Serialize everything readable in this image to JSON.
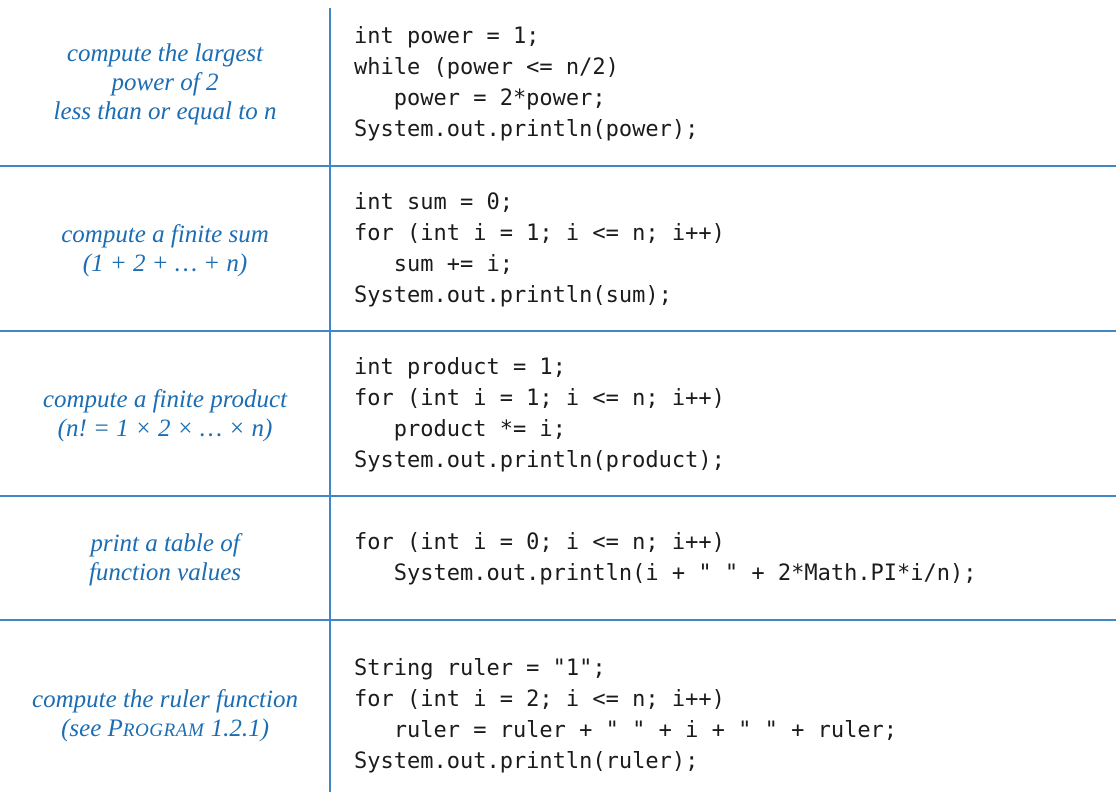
{
  "table": {
    "divider_color": "#3f87c5",
    "label_color": "#1c6db2",
    "code_color": "#1b1b1b",
    "rows": [
      {
        "name": "largest-power-of-2",
        "label_lines": [
          [
            {
              "t": "compute the largest"
            }
          ],
          [
            {
              "t": "power of 2"
            }
          ],
          [
            {
              "t": "less than or equal to n"
            }
          ]
        ],
        "code_lines": [
          "int power = 1;",
          "while (power <= n/2)",
          "   power = 2*power;",
          "System.out.println(power);"
        ]
      },
      {
        "name": "finite-sum",
        "label_lines": [
          [
            {
              "t": "compute a finite sum"
            }
          ],
          [
            {
              "t": "(1 + 2 + … + n)"
            }
          ]
        ],
        "code_lines": [
          "int sum = 0;",
          "for (int i = 1; i <= n; i++)",
          "   sum += i;",
          "System.out.println(sum);"
        ]
      },
      {
        "name": "finite-product",
        "label_lines": [
          [
            {
              "t": "compute a finite product"
            }
          ],
          [
            {
              "t": "(n! = 1 × 2 ×  … × n)"
            }
          ]
        ],
        "code_lines": [
          "int product = 1;",
          "for (int i = 1; i <= n; i++)",
          "   product *= i;",
          "System.out.println(product);"
        ]
      },
      {
        "name": "table-of-function-values",
        "label_lines": [
          [
            {
              "t": "print a table of"
            }
          ],
          [
            {
              "t": "function values"
            }
          ]
        ],
        "code_lines": [
          "for (int i = 0; i <= n; i++)",
          "   System.out.println(i + \" \" + 2*Math.PI*i/n);"
        ]
      },
      {
        "name": "ruler-function",
        "label_lines": [
          [
            {
              "t": "compute the ruler function"
            }
          ],
          [
            {
              "t": "(see P"
            },
            {
              "t": "rogram",
              "sc": true
            },
            {
              "t": " 1.2.1)"
            }
          ]
        ],
        "code_lines": [
          "String ruler = \"1\";",
          "for (int i = 2; i <= n; i++)",
          "   ruler = ruler + \" \" + i + \" \" + ruler;",
          "System.out.println(ruler);"
        ]
      }
    ]
  }
}
